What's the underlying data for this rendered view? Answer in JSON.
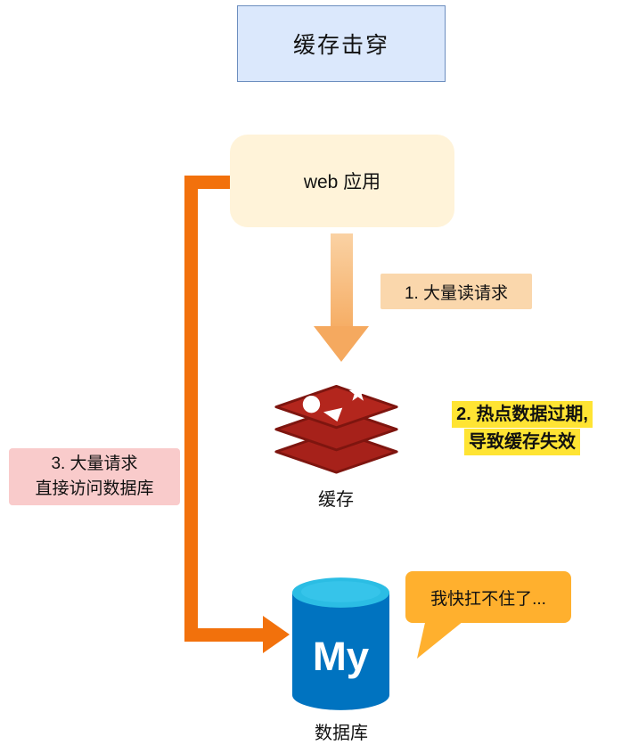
{
  "title": "缓存击穿",
  "nodes": {
    "web_app": "web 应用",
    "cache_label": "缓存",
    "database_label": "数据库",
    "mysql_logo_text": "My"
  },
  "labels": {
    "step1": "1. 大量读请求",
    "step2_line1": "2. 热点数据过期,",
    "step2_line2": "导致缓存失效",
    "step3_line1": "3. 大量请求",
    "step3_line2": "直接访问数据库",
    "speech_bubble": "我快扛不住了..."
  },
  "colors": {
    "title_bg": "#DBE8FC",
    "title_border": "#6C8EBF",
    "web_app_bg": "#FFF3D9",
    "down_arrow": "#F6AE66",
    "step1_bg": "#FAD7AC",
    "step2_highlight": "#FFE433",
    "step3_bg": "#F9CBCB",
    "elbow_arrow_orange": "#F2710C",
    "speech_bubble_bg": "#FFB02E",
    "redis_red": "#A6211A",
    "redis_dark_red": "#7E150F",
    "mysql_body_blue": "#0073C0",
    "mysql_top_cyan": "#2BBDE4"
  }
}
